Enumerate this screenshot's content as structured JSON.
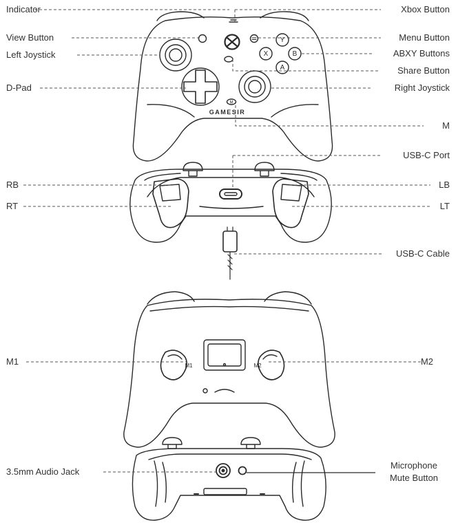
{
  "figure": {
    "labels": {
      "indicator": "Indicator",
      "view_button": "View Button",
      "left_joystick": "Left Joystick",
      "dpad": "D-Pad",
      "xbox_button": "Xbox Button",
      "menu_button": "Menu Button",
      "abxy_buttons": "ABXY Buttons",
      "share_button": "Share Button",
      "right_joystick": "Right Joystick",
      "m": "M",
      "usbc_port": "USB-C Port",
      "rb": "RB",
      "rt": "RT",
      "lb": "LB",
      "lt": "LT",
      "usbc_cable": "USB-C Cable",
      "m1": "M1",
      "m2": "M2",
      "audio_jack": "3.5mm Audio Jack",
      "mic_mute_line1": "Microphone",
      "mic_mute_line2": "Mute Button"
    },
    "controller_marks": {
      "brand": "GAMESIR",
      "face_y": "Y",
      "face_x": "X",
      "face_b": "B",
      "face_a": "A",
      "m_button": "M",
      "back_m1": "M1",
      "back_m2": "M2"
    }
  }
}
